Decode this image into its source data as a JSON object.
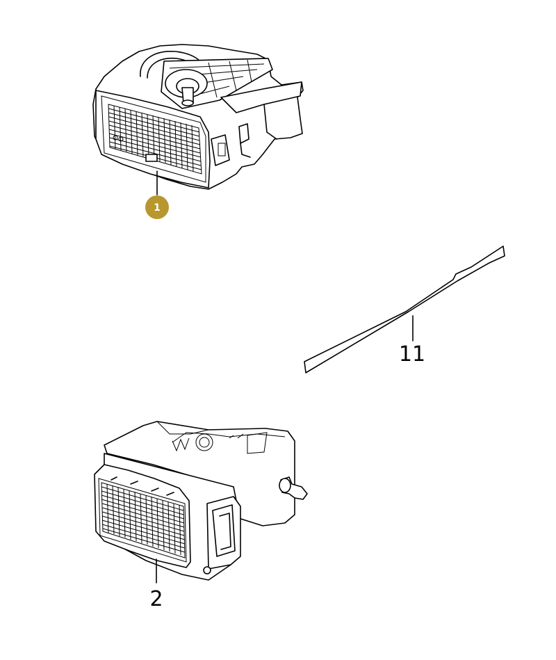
{
  "callouts": [
    {
      "id": "part-1",
      "label": "1",
      "highlighted": true,
      "color": "#b8972e"
    },
    {
      "id": "part-11",
      "label": "11",
      "highlighted": false
    },
    {
      "id": "part-2",
      "label": "2",
      "highlighted": false
    }
  ]
}
